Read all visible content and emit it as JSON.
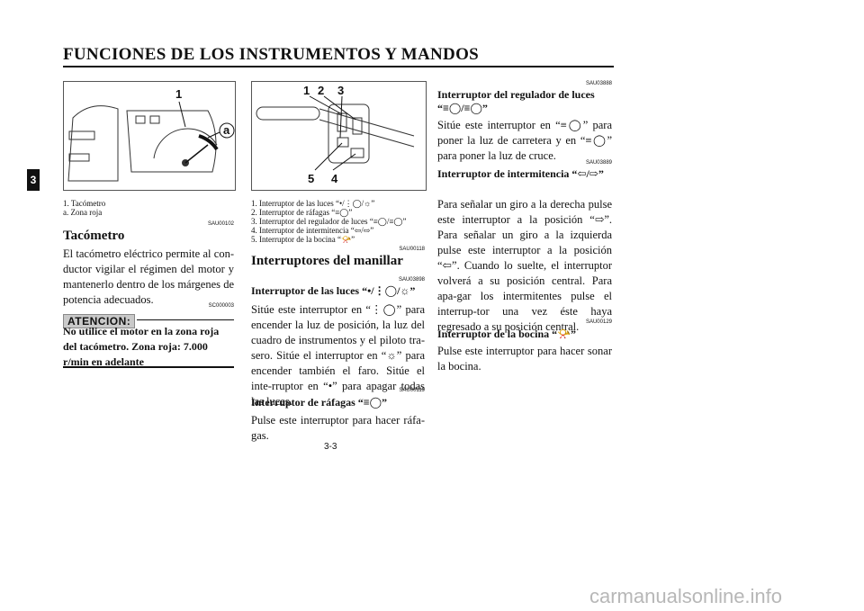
{
  "header": {
    "title": "FUNCIONES DE LOS INSTRUMENTOS Y MANDOS",
    "chapter_tab": "3"
  },
  "figure1": {
    "callouts": [
      "1",
      "a"
    ],
    "captions": [
      "1.  Tacómetro",
      "a.  Zona roja"
    ]
  },
  "figure2": {
    "callouts": [
      "1",
      "2",
      "3",
      "5",
      "4"
    ],
    "captions": [
      "1.  Interruptor de las luces “•/⋮◯/☼”",
      "2.  Interruptor de ráfagas “≡◯”",
      "3.  Interruptor del regulador de luces “≡◯/≡◯”",
      "4.  Interruptor de intermitencia “⇦/⇨”",
      "5.  Interruptor de la bocina “📯”"
    ]
  },
  "col1": {
    "code1": "SAU00102",
    "tacometro_title": "Tacómetro",
    "tacometro_text": "El tacómetro eléctrico permite al con-ductor vigilar el régimen del motor y mantenerlo dentro de los márgenes de potencia adecuados.",
    "code2": "SC000003",
    "warning_label": "ATENCION:",
    "warning_text": "No utilice el motor en la zona roja del tacómetro. Zona roja: 7.000 r/min en adelante"
  },
  "col2": {
    "code1": "SAU00118",
    "section_title": "Interruptores del manillar",
    "code2": "SAU03898",
    "luces_title": "Interruptor de las luces “•/⋮◯/☼”",
    "luces_text": "Sitúe este interruptor en “⋮◯” para encender la luz de posición, la luz del cuadro de instrumentos y el piloto tra-sero. Sitúe el interruptor en “☼” para encender también el faro. Sitúe el inte-rruptor en “•” para apagar todas las luces.",
    "code3": "SAU00119",
    "rafagas_title": "Interruptor de ráfagas “≡◯”",
    "rafagas_text": "Pulse este interruptor para hacer ráfa-gas."
  },
  "col3": {
    "code1": "SAU03888",
    "regulador_title": "Interruptor del regulador de luces “≡◯/≡◯”",
    "regulador_text": "Sitúe este interruptor en “≡◯” para poner la luz de carretera y en “≡◯” para poner la luz de cruce.",
    "code2": "SAU03889",
    "intermitencia_title": "Interruptor de intermitencia “⇦/⇨”",
    "intermitencia_text": "Para señalar un giro a la derecha pulse este interruptor a la posición “⇨”. Para señalar un giro a la izquierda pulse este interruptor a la posición “⇦”. Cuando lo suelte, el interruptor volverá a su posición central. Para apa-gar los intermitentes pulse el interrup-tor una vez éste haya regresado a su posición central.",
    "code3": "SAU00129",
    "bocina_title": "Interruptor de la bocina “📯”",
    "bocina_text": "Pulse este interruptor para hacer sonar la bocina."
  },
  "footer": {
    "page_number": "3-3",
    "watermark": "carmanualsonline.info"
  }
}
